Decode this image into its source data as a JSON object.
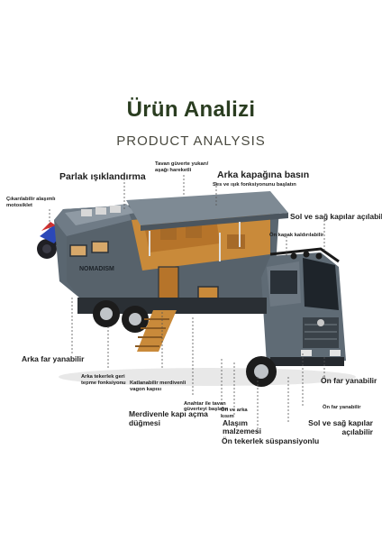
{
  "title": "Ürün Analizi",
  "subtitle": "PRODUCT ANALYSIS",
  "colors": {
    "title": "#2a3d20",
    "truck_body": "#5a6670",
    "interior": "#c98a3a",
    "background": "#ffffff"
  },
  "features": {
    "lights": "Parlak ışıklandırma",
    "deck_line1": "Tavan güverte yukarı/",
    "deck_line2": "aşağı hareketli",
    "rear_hatch": "Arka kapağına basın",
    "rear_hatch_sub": "Ses ve ışık fonksiyonunu başlatın",
    "moto_line1": "Çıkarılabilir alaşımlı",
    "moto_line2": "motosiklet",
    "side_doors": "Sol ve sağ kapılar açılabilir",
    "front_cover": "Ön kapak kaldırılabilir",
    "rear_light": "Arka far yanabilir",
    "pullback_line1": "Arka tekerlek geri",
    "pullback_line2": "tepme fonksiyonu",
    "stairs_line1": "Katlanabilir merdivenli",
    "stairs_line2": "vagon kapısı",
    "roof_switch_line1": "Anahtar ile tavan",
    "roof_switch_line2": "güverteyi başlatın",
    "ladder_door_line1": "Merdivenle kapı açma",
    "ladder_door_line2": "düğmesi",
    "lr_sound_line1": "Ön ve arka",
    "lr_sound_line2": "kısım",
    "alloy_line1": "Alaşım",
    "alloy_line2": "malzemesi",
    "front_suspension": "Ön tekerlek süspansiyonlu",
    "front_light": "Ön far yanabilir",
    "front_light_small": "Ön far yanabilir",
    "lr_doors_line1": "Sol ve sağ kapılar",
    "lr_doors_line2": "açılabilir"
  },
  "truck": {
    "side_text": "NOMADISM"
  }
}
